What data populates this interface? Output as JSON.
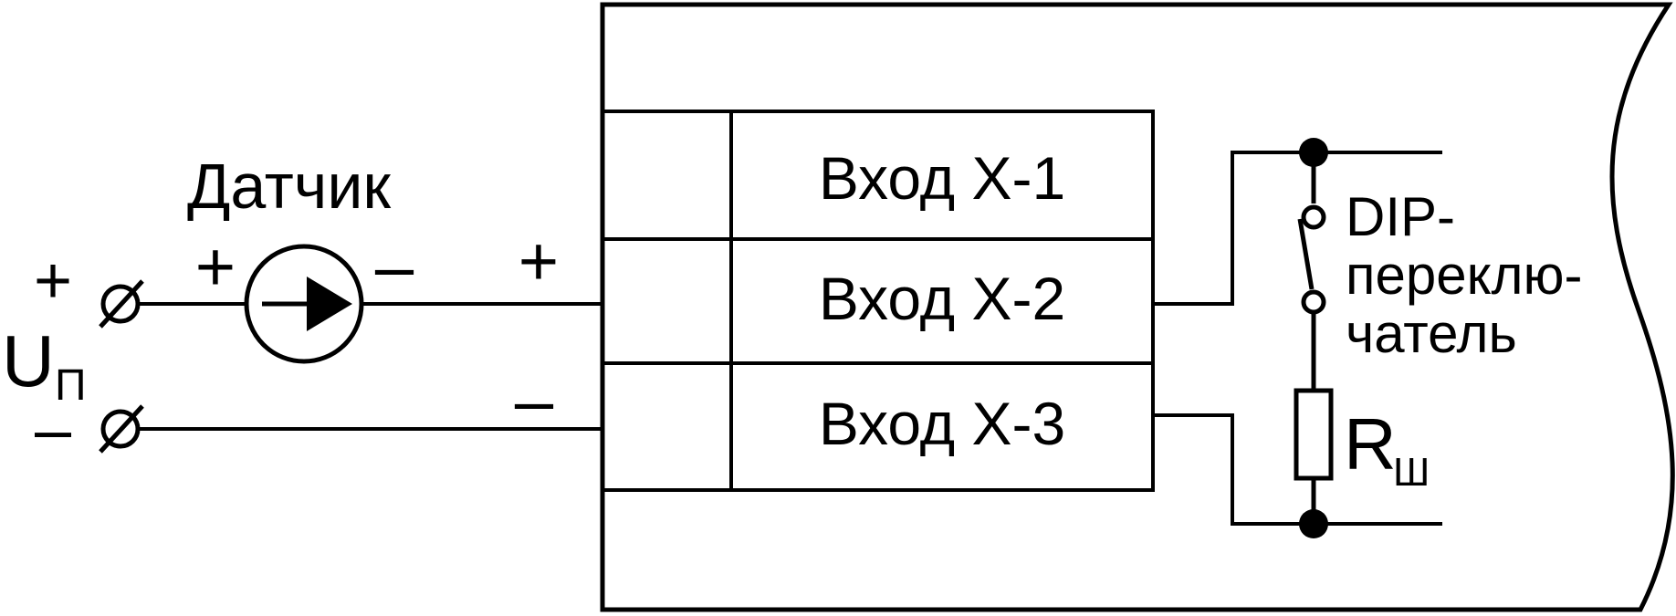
{
  "sensor": {
    "title": "Датчик",
    "plus_sign": "+",
    "minus_sign": "–"
  },
  "supply": {
    "plus_sign": "+",
    "minus_sign": "–",
    "label_main": "U",
    "label_sub": "П"
  },
  "line_signs": {
    "plus": "+",
    "minus": "–"
  },
  "inputs": [
    {
      "label": "Вход X-1"
    },
    {
      "label": "Вход X-2"
    },
    {
      "label": "Вход X-3"
    }
  ],
  "dip_switch": {
    "line1": "DIP-",
    "line2": "переклю-",
    "line3": "чатель"
  },
  "shunt": {
    "label_main": "R",
    "label_sub": "Ш"
  }
}
